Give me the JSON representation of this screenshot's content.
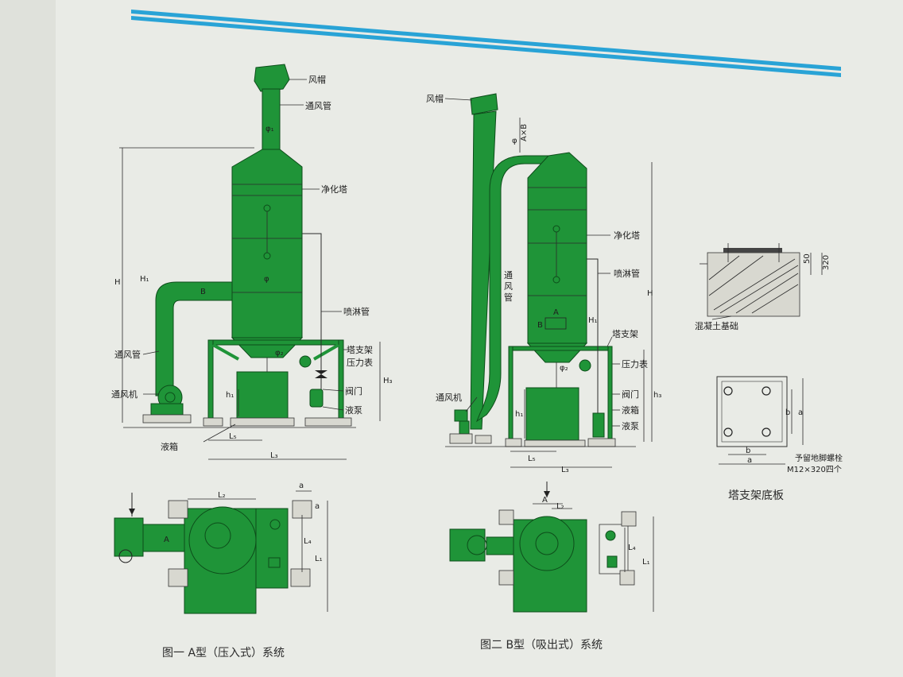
{
  "colors": {
    "equipment": "#1f9438",
    "stripe": "#29a3d6",
    "paper": "#e9ebe6"
  },
  "figure_a": {
    "caption": "图一  A型（压入式）系统",
    "labels": {
      "hood": "风帽",
      "vent_pipe_top": "通风管",
      "tower": "净化塔",
      "spray_pipe": "喷淋管",
      "support": "塔支架",
      "gauge": "压力表",
      "valve": "阀门",
      "pump": "液泵",
      "vent_pipe_side": "通风管",
      "fan": "通风机",
      "tank": "液箱"
    },
    "dims": {
      "H": "H",
      "H1": "H₁",
      "B": "B",
      "phi1": "φ₁",
      "phi": "φ",
      "phi2": "φ₂",
      "h1": "h₁",
      "H3": "H₃",
      "L5": "L₅",
      "L3": "L₃",
      "L2": "L₂",
      "a": "a",
      "a2": "a",
      "A": "A",
      "L4": "L₄",
      "L1": "L₁"
    }
  },
  "figure_b": {
    "caption": "图二  B型（吸出式）系统",
    "labels": {
      "hood": "风帽",
      "tower": "净化塔",
      "spray_pipe": "喷淋管",
      "vent_pipe": "通风管",
      "support": "塔支架",
      "gauge": "压力表",
      "valve": "阀门",
      "tank": "液箱",
      "pump": "液泵",
      "fan": "通风机"
    },
    "dims": {
      "phi": "φ",
      "AxB": "A×B",
      "H": "H",
      "A": "A",
      "B": "B",
      "H1": "H₁",
      "phi2": "φ₂",
      "h1": "h₁",
      "h3": "h₃",
      "L5": "L₅",
      "L3": "L₃",
      "A2": "A",
      "L2": "L₂",
      "L4": "L₄",
      "L1": "L₁"
    }
  },
  "base_plate": {
    "caption": "塔支架底板",
    "foundation_label": "混凝土基础",
    "dims": {
      "d50": "50",
      "d320": "320",
      "b": "b",
      "a": "a",
      "b2": "b",
      "a2": "a"
    },
    "note1": "予留地脚螺栓",
    "note2": "M12×320四个"
  }
}
